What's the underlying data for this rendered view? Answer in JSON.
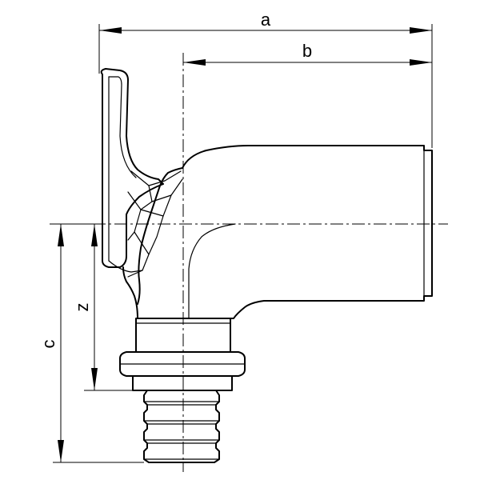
{
  "dimensions": {
    "a": "a",
    "b": "b",
    "c": "c",
    "z": "z"
  },
  "colors": {
    "line": "#000000",
    "background": "#ffffff"
  }
}
